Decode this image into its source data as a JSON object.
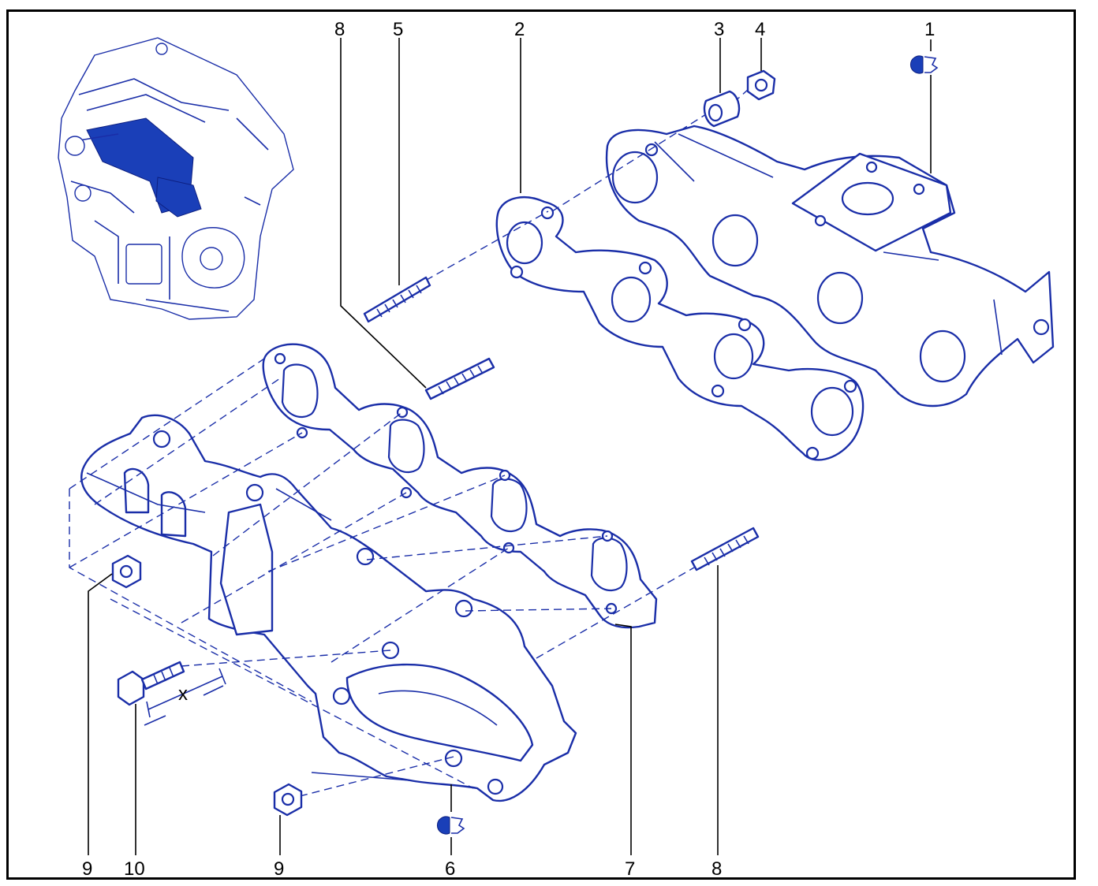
{
  "callouts": [
    {
      "id": "c1",
      "label": "1"
    },
    {
      "id": "c2",
      "label": "2"
    },
    {
      "id": "c3",
      "label": "3"
    },
    {
      "id": "c4",
      "label": "4"
    },
    {
      "id": "c5",
      "label": "5"
    },
    {
      "id": "c8top",
      "label": "8"
    },
    {
      "id": "c9left",
      "label": "9"
    },
    {
      "id": "c10",
      "label": "10"
    },
    {
      "id": "c9mid",
      "label": "9"
    },
    {
      "id": "c6",
      "label": "6"
    },
    {
      "id": "c7",
      "label": "7"
    },
    {
      "id": "c8bottom",
      "label": "8"
    }
  ],
  "dimension_label": "x",
  "colors": {
    "line_art": "#1a2ea8",
    "engine_fill": "#1a3fb8",
    "frame": "#000000"
  },
  "icons": [
    "torque-symbol-icon",
    "torque-symbol-icon"
  ]
}
